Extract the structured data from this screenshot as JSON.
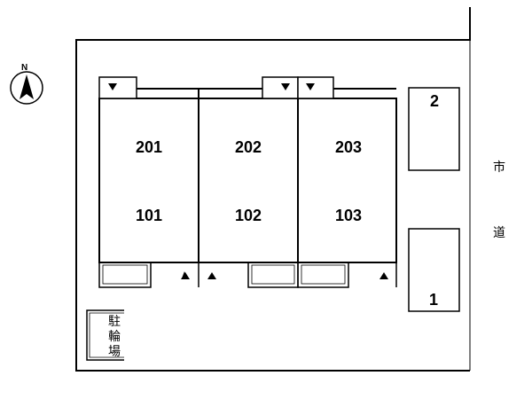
{
  "compass": {
    "north_label": "N"
  },
  "units": {
    "upper": [
      "201",
      "202",
      "203"
    ],
    "lower": [
      "101",
      "102",
      "103"
    ]
  },
  "parking": {
    "space_2": "2",
    "space_1": "1"
  },
  "road": {
    "char_1": "市",
    "char_2": "道"
  },
  "bicycle_parking": {
    "char_1": "駐",
    "char_2": "輪",
    "char_3": "場"
  },
  "entrance_markers": {
    "down_arrow": "▼",
    "up_arrow": "▲"
  }
}
